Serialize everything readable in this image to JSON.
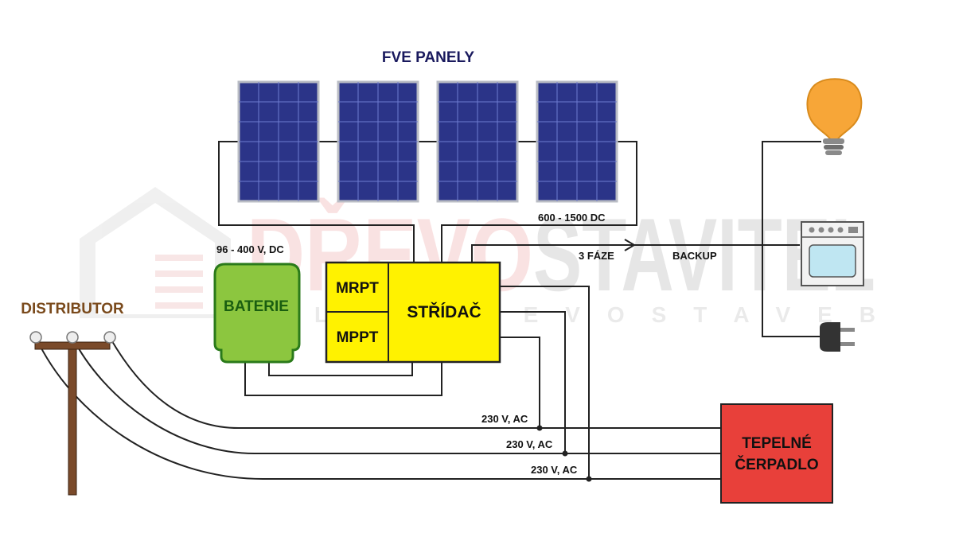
{
  "title": "FVE PANELY",
  "voltage_dc_panels": "600 - 1500 DC",
  "voltage_dc_battery": "96 - 400 V, DC",
  "phases_label": "3 FÁZE",
  "backup_label": "BACKUP",
  "battery_label": "BATERIE",
  "mrpt_label": "MRPT",
  "mppt_label": "MPPT",
  "inverter_label": "STŘÍDAČ",
  "distributor_label": "DISTRIBUTOR",
  "heat_pump_line1": "TEPELNÉ",
  "heat_pump_line2": "ČERPADLO",
  "ac_labels": [
    "230 V, AC",
    "230 V, AC",
    "230 V, AC"
  ],
  "watermark_brand_part1": "DŘEVO",
  "watermark_brand_part2": "STAVITEL",
  "watermark_tagline": "L  E  T  D Ř E V O S T A V E B",
  "colors": {
    "title": "#1a1a5e",
    "panel_fill": "#2b3488",
    "panel_frame": "#b9bcc4",
    "battery_fill": "#8cc63f",
    "battery_border": "#2a7a1a",
    "battery_text": "#1a5e10",
    "inverter_fill": "#fff200",
    "heat_pump_fill": "#e8403a",
    "distributor_text": "#7a4a1c",
    "pole": "#7a4a2a",
    "bulb": "#f7a638"
  },
  "icons": [
    "solar-panel-icon",
    "light-bulb-icon",
    "oven-icon",
    "plug-icon",
    "utility-pole-icon"
  ]
}
